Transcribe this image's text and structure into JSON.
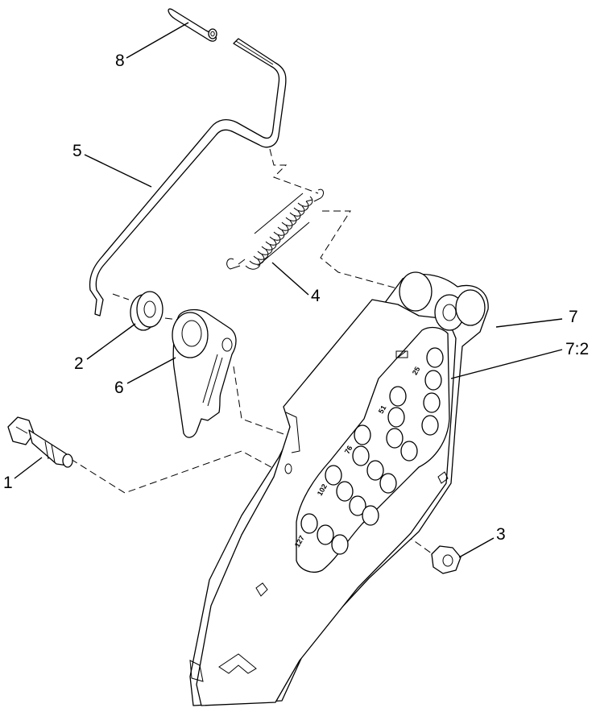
{
  "callouts": {
    "c1": "1",
    "c2": "2",
    "c3": "3",
    "c4": "4",
    "c5": "5",
    "c6": "6",
    "c7": "7",
    "c7_2": "7:2",
    "c8": "8"
  },
  "plate_labels": {
    "l25": "25",
    "l51": "51",
    "l76": "76",
    "l102": "102",
    "l127": "127"
  }
}
